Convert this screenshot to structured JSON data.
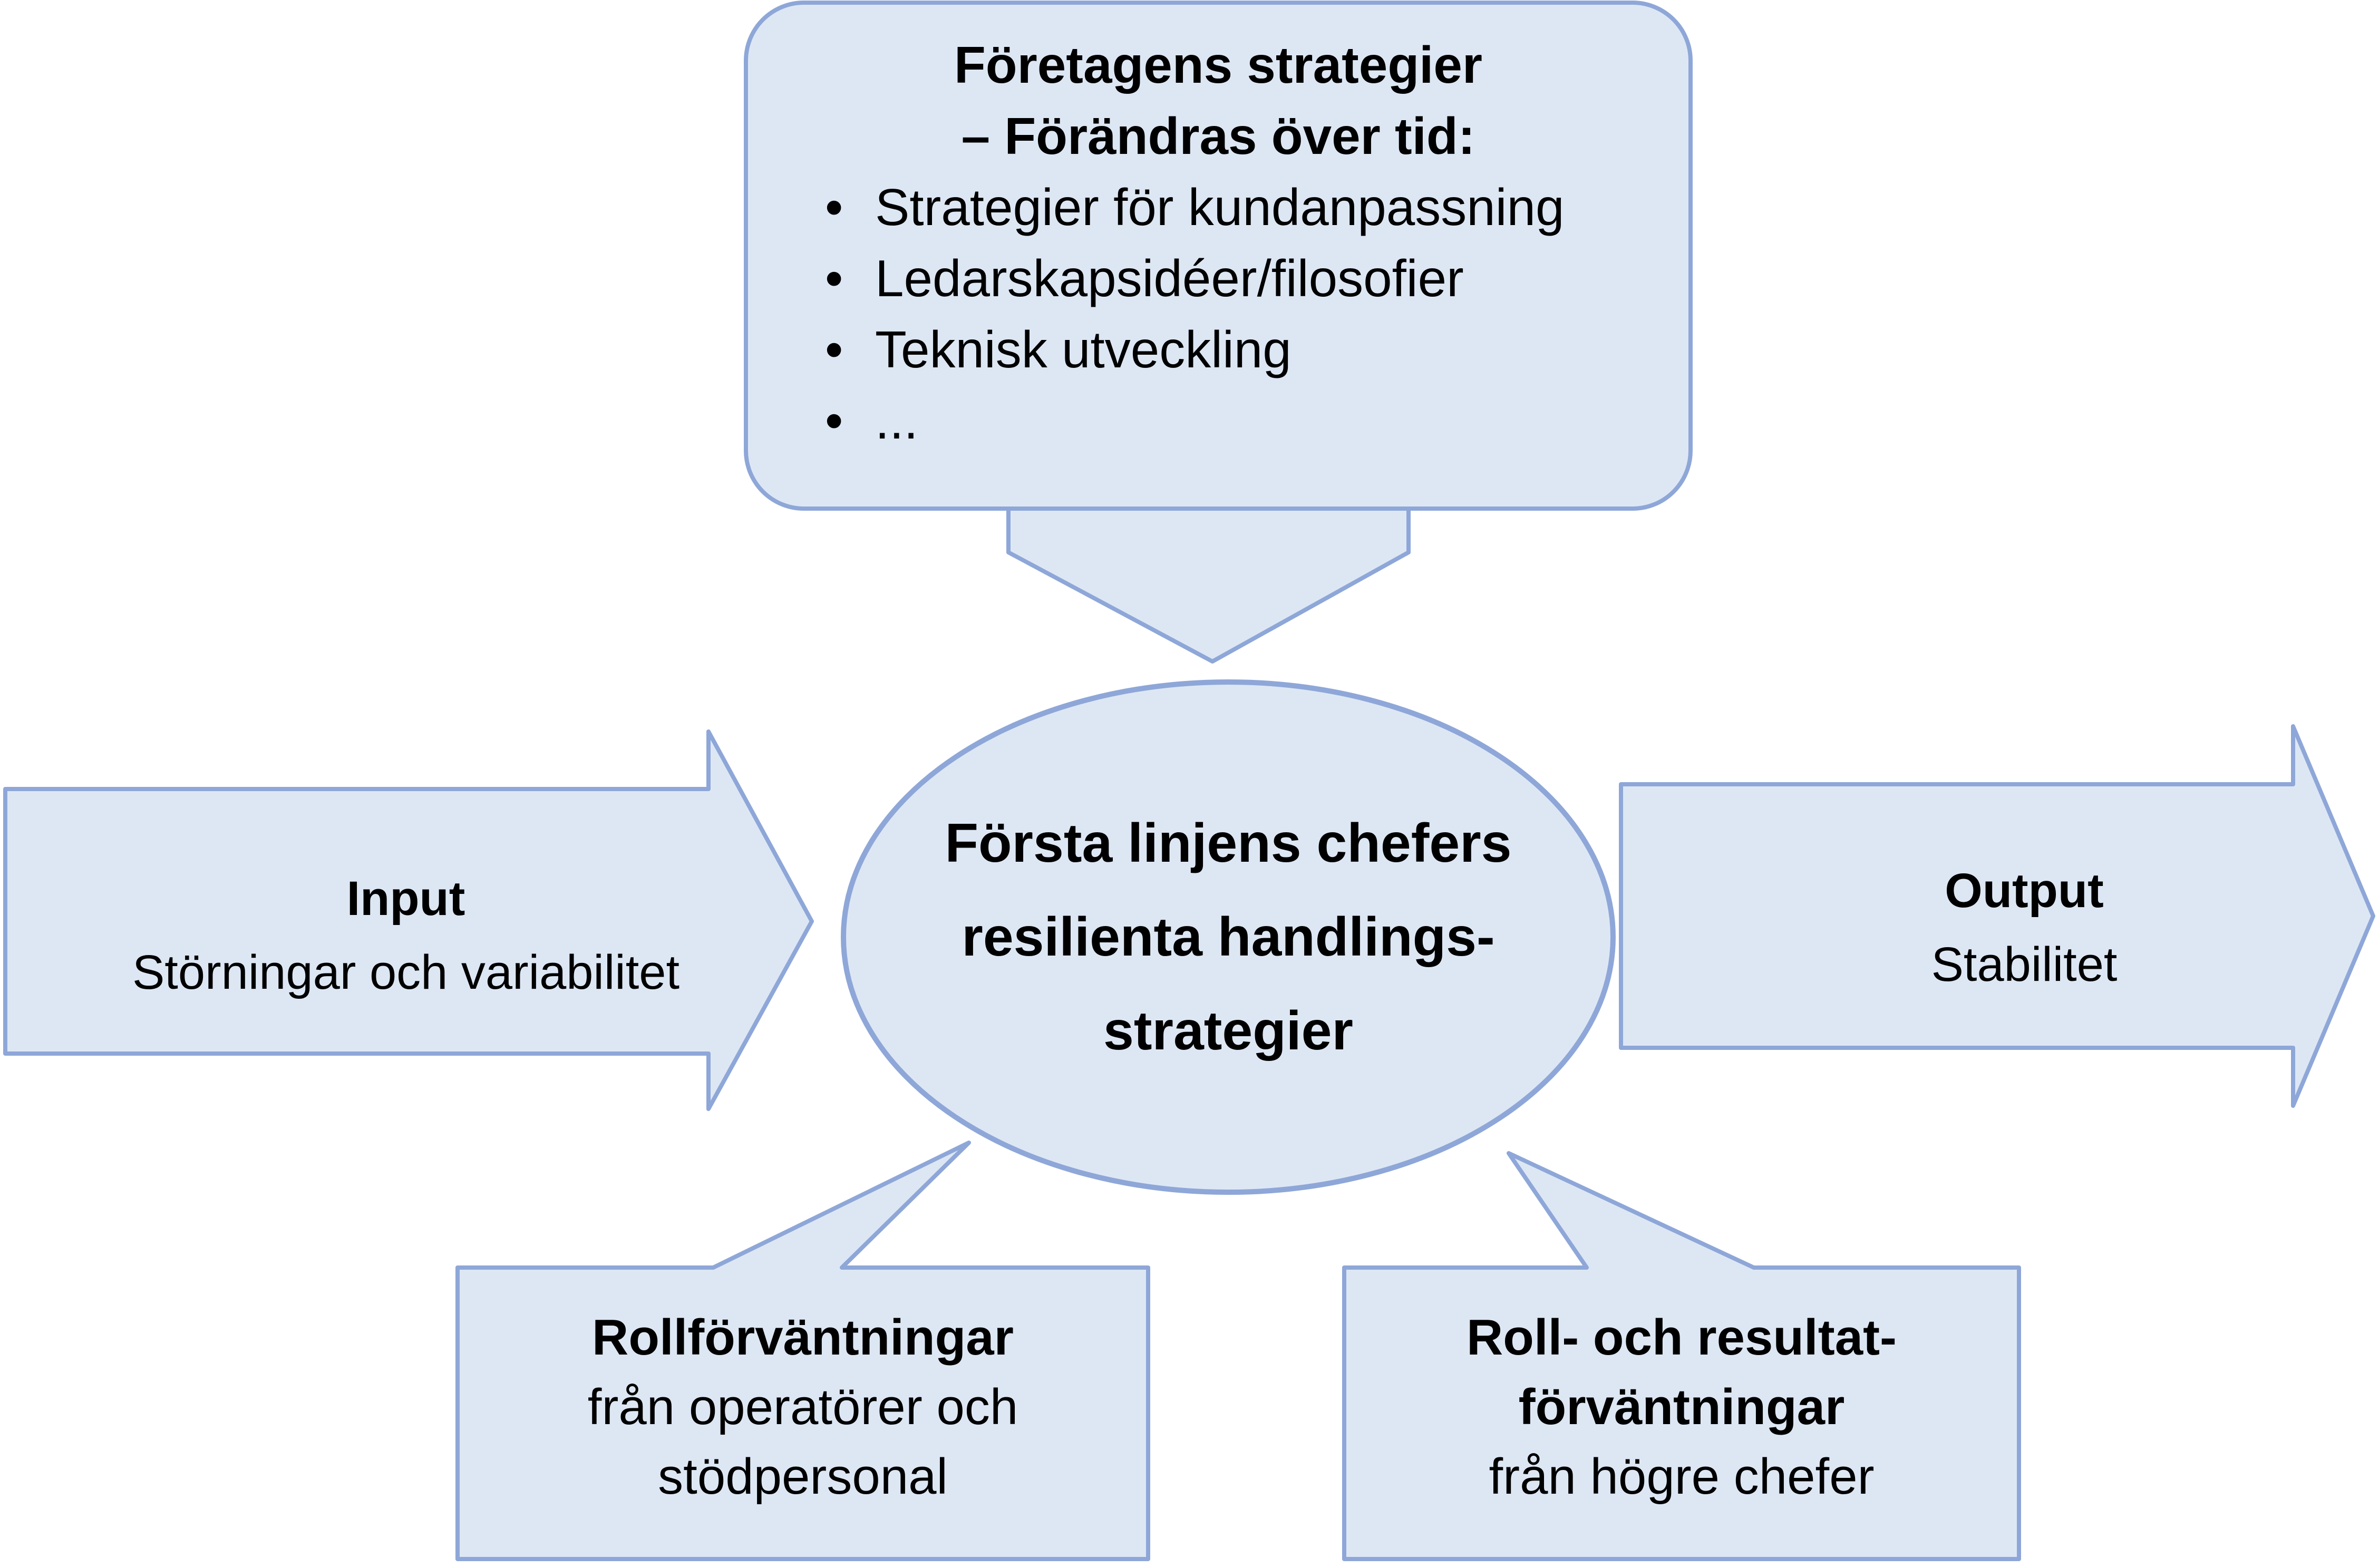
{
  "colors": {
    "canvas_bg": "#ffffff",
    "shape_fill": "#dde7f4",
    "shape_stroke": "#8ea7d8",
    "text": "#000000"
  },
  "top_box": {
    "title_line1": "Företagens strategier",
    "title_line2": "– Förändras över tid:",
    "bullet_glyph": "•",
    "bullets": [
      "Strategier för kundanpassning",
      "Ledarskapsidéer/filosofier",
      "Teknisk utveckling",
      "..."
    ]
  },
  "central_ellipse": {
    "line1": "Första linjens chefers",
    "line2": "resilienta handlings-",
    "line3": "strategier"
  },
  "input_arrow": {
    "title": "Input",
    "subtitle": "Störningar och variabilitet"
  },
  "output_arrow": {
    "title": "Output",
    "subtitle": "Stabilitet"
  },
  "callout_operators": {
    "line1": "Rollförväntningar",
    "line2": "från operatörer och",
    "line3": "stödpersonal"
  },
  "callout_managers": {
    "line1": "Roll- och resultat-",
    "line2": "förväntningar",
    "line3": "från högre chefer"
  }
}
